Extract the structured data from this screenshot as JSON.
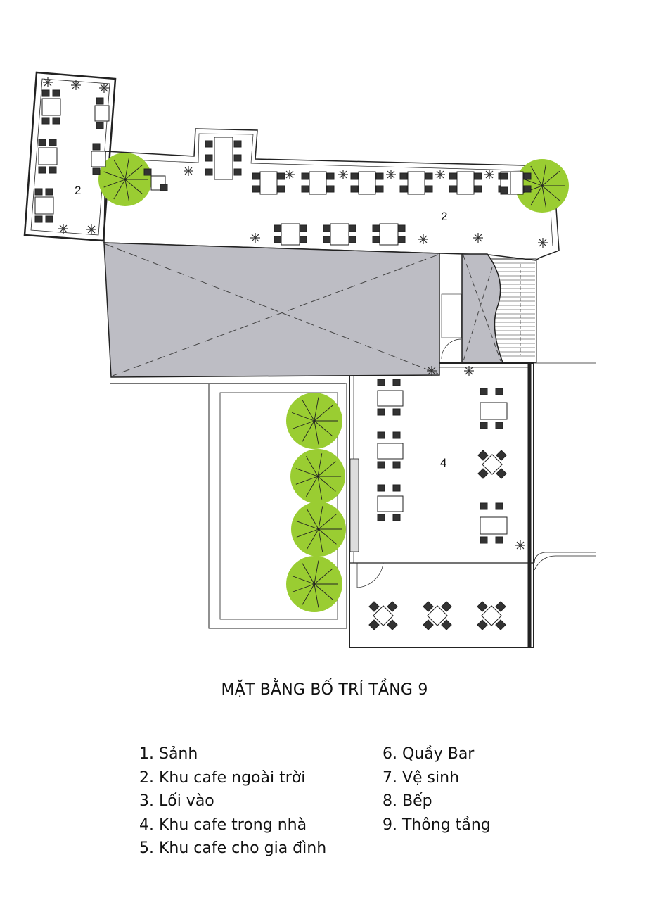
{
  "plan": {
    "room_labels": {
      "terrace_left": "2",
      "terrace_top": "2",
      "indoor": "4"
    },
    "colors": {
      "tree": "#9acd32",
      "roof": "#bdbdc4",
      "line": "#222222"
    }
  },
  "title": "MẶT BẰNG BỐ TRÍ TẦNG 9",
  "legend": {
    "left": [
      "1. Sảnh",
      "2. Khu cafe ngoài trời",
      "3. Lối vào",
      "4. Khu cafe trong nhà",
      "5. Khu cafe cho gia đình"
    ],
    "right": [
      "6. Quầy Bar",
      "7. Vệ sinh",
      "8. Bếp",
      "9. Thông tầng"
    ]
  }
}
